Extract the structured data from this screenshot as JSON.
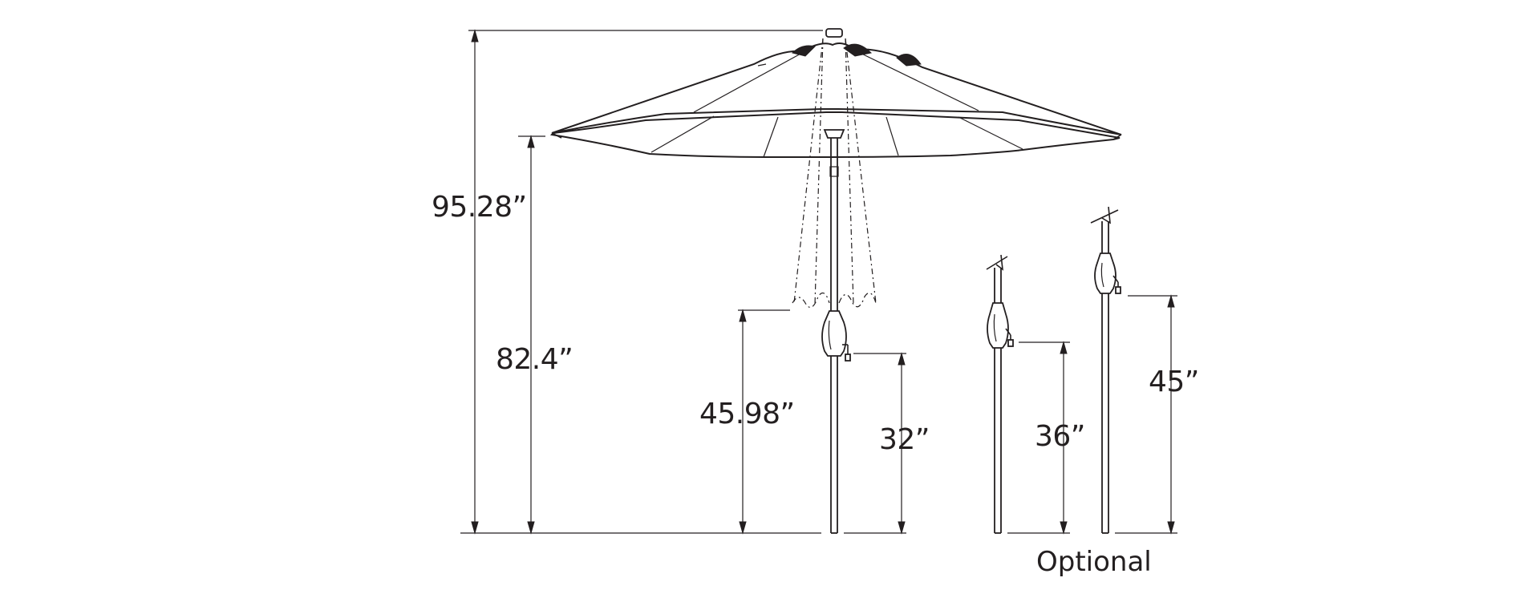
{
  "dimensions": {
    "overall_height": "95.28”",
    "rib_height": "82.4”",
    "open_clearance": "45.98”",
    "crank_height_standard": "32”",
    "crank_height_option_a": "36”",
    "crank_height_option_b": "45”"
  },
  "labels": {
    "optional": "Optional"
  },
  "icons": [
    "umbrella-drawing",
    "pole-drawing",
    "crank-handle-icon"
  ],
  "colors": {
    "line": "#231f20",
    "background": "#ffffff"
  }
}
